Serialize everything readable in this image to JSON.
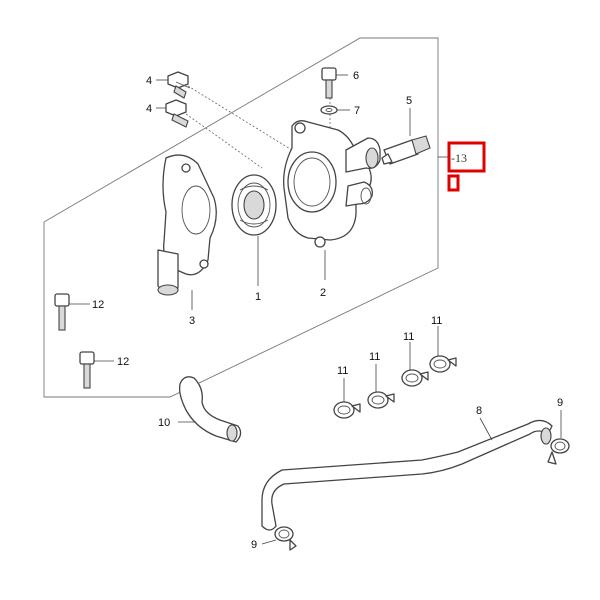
{
  "callouts": {
    "c1": "1",
    "c2": "2",
    "c3": "3",
    "c4a": "4",
    "c4b": "4",
    "c5": "5",
    "c6": "6",
    "c7": "7",
    "c8": "8",
    "c9a": "9",
    "c9b": "9",
    "c10": "10",
    "c11a": "11",
    "c11b": "11",
    "c11c": "11",
    "c11d": "11",
    "c12a": "12",
    "c12b": "12",
    "highlight": "-13"
  },
  "colors": {
    "highlight": "#e00000",
    "line": "#444444",
    "shade": "#d9d9d9"
  }
}
